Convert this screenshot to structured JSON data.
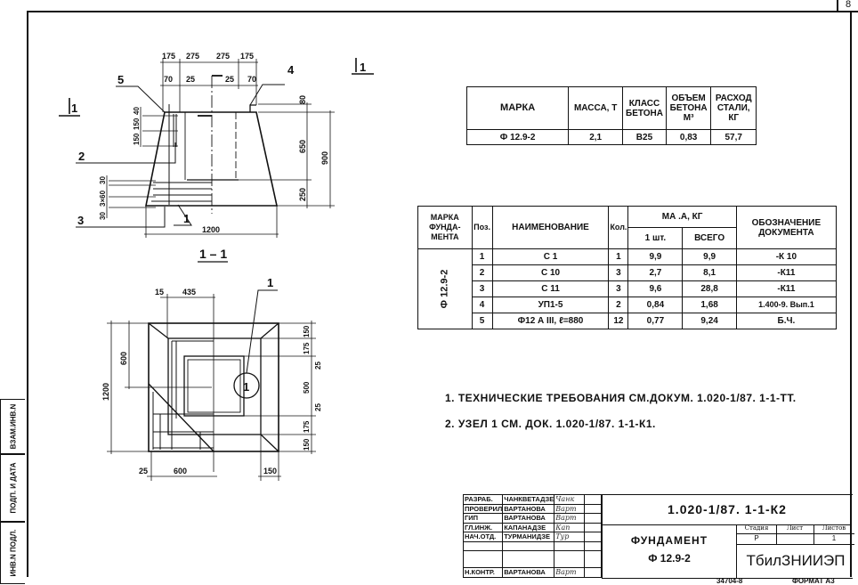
{
  "sheet_number": "8",
  "side_strip": [
    "ВЗАМ.ИНВ.N",
    "ПОДП. И ДАТА",
    "ИНВ.N ПОДЛ."
  ],
  "summary_table": {
    "headers": [
      "МАРКА",
      "МАССА, Т",
      "КЛАСС БЕТОНА",
      "ОБЪЕМ БЕТОНА М³",
      "РАСХОД СТАЛИ, КГ"
    ],
    "row": [
      "Ф 12.9-2",
      "2,1",
      "B25",
      "0,83",
      "57,7"
    ]
  },
  "spec_table": {
    "h_mark": "МАРКА ФУНДА- МЕНТА",
    "h_pos": "Поз.",
    "h_name": "НАИМЕНОВАНИЕ",
    "h_qty": "Кол.",
    "h_mass": "МА  .А, КГ",
    "h_unit": "1 шт.",
    "h_total": "ВСЕГО",
    "h_doc": "ОБОЗНАЧЕНИЕ ДОКУМЕНТА",
    "mark": "Ф 12.9-2",
    "rows": [
      [
        "1",
        "С 1",
        "1",
        "9,9",
        "9,9",
        "-К 10"
      ],
      [
        "2",
        "С 10",
        "3",
        "2,7",
        "8,1",
        "-К11"
      ],
      [
        "3",
        "С 11",
        "3",
        "9,6",
        "28,8",
        "-К11"
      ],
      [
        "4",
        "УП1-5",
        "2",
        "0,84",
        "1,68",
        "1.400-9. Вып.1"
      ],
      [
        "5",
        "Ф12 А III, ℓ=880",
        "12",
        "0,77",
        "9,24",
        "Б.Ч."
      ]
    ]
  },
  "notes": [
    "1. ТЕХНИЧЕСКИЕ ТРЕБОВАНИЯ СМ.ДОКУМ. 1.020-1/87. 1-1-ТТ.",
    "2. УЗЕЛ 1 СМ. ДОК. 1.020-1/87. 1-1-К1."
  ],
  "title_block": {
    "people": [
      [
        "РАЗРАБ.",
        "ЧАНКВЕТАДЗЕ",
        "Чанк"
      ],
      [
        "ПРОВЕРИЛ",
        "ВАРТАНОВА",
        "Варт"
      ],
      [
        "ГИП",
        "ВАРТАНОВА",
        "Варт"
      ],
      [
        "ГЛ.ИНЖ.",
        "КАПАНАДЗЕ",
        "Кап"
      ],
      [
        "НАЧ.ОТД.",
        "ТУРМАНИДЗЕ",
        "Тур"
      ],
      [
        "",
        "",
        ""
      ],
      [
        "",
        "",
        ""
      ],
      [
        "Н.КОНТР.",
        "ВАРТАНОВА",
        "Варт"
      ]
    ],
    "code": "1.020-1/87. 1-1-К2",
    "name_line1": "ФУНДАМЕНТ",
    "name_line2": "Ф 12.9-2",
    "stage_label": "Стадия",
    "sheet_label": "Лист",
    "sheets_label": "Листов",
    "stage": "Р",
    "sheet": "",
    "sheets": "1",
    "org": "ТбилЗНИИЭП"
  },
  "footer": {
    "inv": "34704-8",
    "format": "ФОРМАТ А3"
  },
  "section_view": {
    "title": "1 – 1",
    "cut_mark": "1",
    "callouts": [
      "1",
      "2",
      "3",
      "4",
      "5"
    ],
    "dims_top": [
      "175",
      "275",
      "275",
      "175"
    ],
    "dims_top2": [
      "70",
      "25",
      "25",
      "70"
    ],
    "dims_right": [
      "80",
      "650",
      "250",
      "900"
    ],
    "dims_left": [
      "40",
      "150",
      "150",
      "30",
      "3×60",
      "30"
    ],
    "dim_bottom": "1200"
  },
  "plan_view": {
    "callout": "1",
    "node_mark": "1",
    "dims_top": [
      "15",
      "435"
    ],
    "dims_left": [
      "1200",
      "600"
    ],
    "dims_right": [
      "150",
      "175",
      "25",
      "500",
      "25",
      "175",
      "150"
    ],
    "dims_bottom": [
      "25",
      "600",
      "150"
    ]
  }
}
